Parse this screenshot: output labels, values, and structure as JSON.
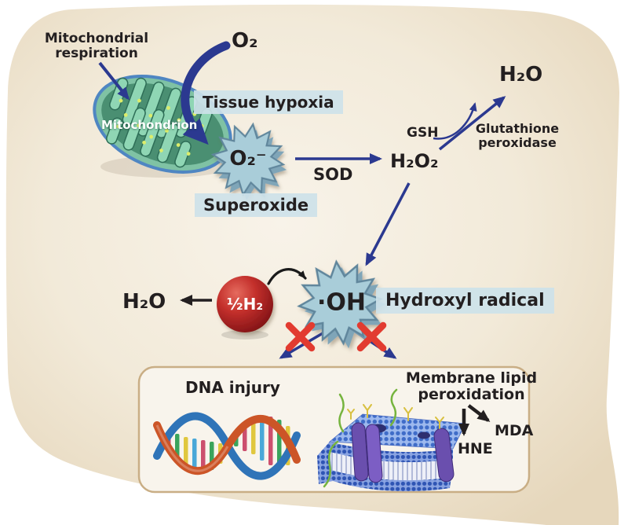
{
  "figure": "Oxidative stress pathway diagram",
  "nodes": {
    "mitochondrial_respiration": "Mitochondrial respiration",
    "o2": "O₂",
    "tissue_hypoxia": "Tissue hypoxia",
    "mitochondrion": "Mitochondrion",
    "superoxide_formula": "O₂⁻",
    "superoxide_label": "Superoxide",
    "sod": "SOD",
    "h2o2": "H₂O₂",
    "gsh": "GSH",
    "glutathione_peroxidase": "Glutathione peroxidase",
    "h2o_top": "H₂O",
    "h2o_left": "H₂O",
    "half_h2": "½H₂",
    "hydroxyl_formula": "·OH",
    "hydroxyl_radical": "Hydroxyl radical",
    "dna_injury": "DNA injury",
    "membrane_lipid_peroxidation": "Membrane lipid peroxidation",
    "mda": "MDA",
    "hne": "HNE"
  },
  "colors": {
    "blob_beige": "#eee3cd",
    "label_blue_bg": "#cde2e9",
    "arrow_navy": "#2b3990",
    "arrow_black": "#231f20",
    "star_fill": "#a9cdd9",
    "x_mark_red": "#e23b30",
    "sphere_red": "#a31e20",
    "box_bg": "#f8f4ec",
    "box_border": "#c9ae85",
    "mitochondrion_green": "#4a8f72",
    "membrane_blue": "#3f6cc8",
    "protein_purple": "#6a4fae"
  }
}
